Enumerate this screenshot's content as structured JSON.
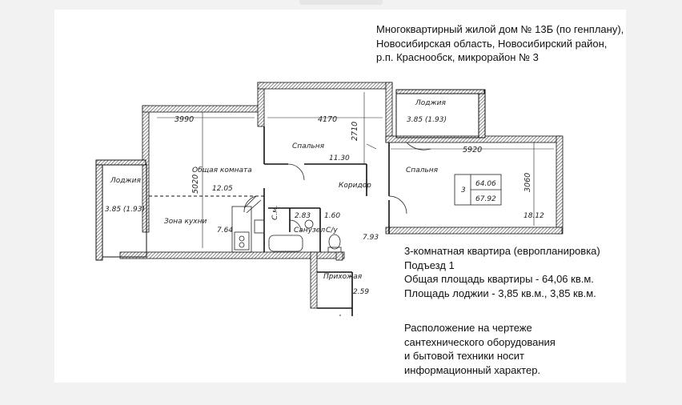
{
  "header": {
    "address_lines": [
      "Многоквартирный жилой  дом № 13Б (по генплану),",
      "Новосибирская область, Новосибирский район,",
      "р.п. Краснообск, микрорайон № 3"
    ]
  },
  "apartment": {
    "lines": [
      "3-комнатная квартира (европланировка)",
      "Подъезд 1",
      "Общая площадь квартиры - 64,06 кв.м.",
      "Площадь лоджии - 3,85 кв.м., 3,85 кв.м."
    ]
  },
  "note": {
    "lines": [
      "Расположение на чертеже",
      "сантехнического оборудования",
      "и бытовой техники носит",
      "информационный характер."
    ]
  },
  "plan": {
    "rooms": {
      "loggia_left": "Лоджия",
      "loggia_left_area": "3.85 (1.93)",
      "loggia_right": "Лоджия",
      "loggia_right_area": "3.85 (1.93)",
      "living": "Общая комната",
      "living_area": "12.05",
      "kitchen": "Зона кухни",
      "kitchen_area": "7.64",
      "bedroom1": "Спальня",
      "bedroom1_area": "11.30",
      "bedroom2": "Спальня",
      "bedroom2_area": "18.12",
      "corridor": "Коридор",
      "corridor_area": "7.93",
      "bathroom": "Санузел",
      "bathroom_area": "2.83",
      "wc": "С/у",
      "wc_area": "1.60",
      "hall": "Прихожая",
      "hall_area": "2.59",
      "closet": "С.м.",
      "box_number": "3",
      "box_area_total": "64.06",
      "box_area_loggia": "67.92"
    },
    "dimensions": {
      "d3990": "3990",
      "d4170": "4170",
      "d5920": "5920",
      "d2710": "2710",
      "d5020": "5020",
      "d3060": "3060"
    }
  }
}
